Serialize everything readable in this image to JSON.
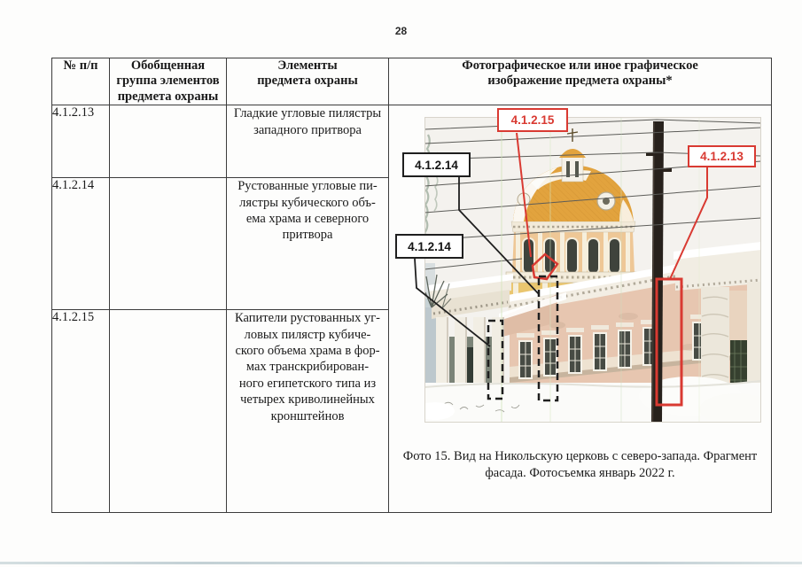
{
  "page": {
    "number": "28"
  },
  "table": {
    "headers": {
      "num": "№ п/п",
      "group": "Обобщенная\nгруппа элементов\nпредмета охраны",
      "elements": "Элементы\nпредмета охраны",
      "photo": "Фотографическое или иное графическое\nизображение предмета охраны*"
    },
    "rows": [
      {
        "num": "4.1.2.13",
        "group": "",
        "element": "Гладкие угловые пилястры\nзападного притвора"
      },
      {
        "num": "4.1.2.14",
        "group": "",
        "element": "Рустованные угловые пи-\nлястры кубического объ-\nема храма и северного\nпритвора"
      },
      {
        "num": "4.1.2.15",
        "group": "",
        "element": "Капители рустованных уг-\nловых пилястр кубиче-\nского объема храма в фор-\nмах транскрибирован-\nного египетского типа из\nчетырех криволинейных\nкронштейнов"
      }
    ]
  },
  "photo": {
    "caption": "Фото 15. Вид на Никольскую церковь с северо-запада. Фрагмент\nфасада. Фотосъемка январь 2022 г.",
    "annotations": {
      "label_15": "4.1.2.15",
      "label_14_upper": "4.1.2.14",
      "label_14_lower": "4.1.2.14",
      "label_13": "4.1.2.13"
    },
    "colors": {
      "annotation_red": "#d93a32",
      "annotation_black": "#1f1f1f",
      "dome_gold": "#e2a33e",
      "drum_peach": "#eec796",
      "cube_yellow": "#eac66f",
      "facade_pink": "#e7c6b0"
    }
  }
}
